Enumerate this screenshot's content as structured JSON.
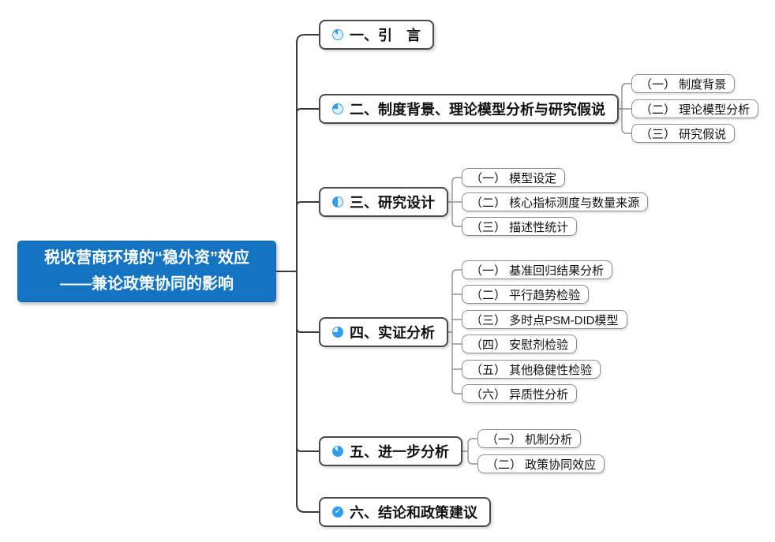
{
  "root": {
    "title_line1": "税收营商环境的“稳外资”效应",
    "title_line2": "——兼论政策协同的影响"
  },
  "branches": [
    {
      "label": "一、引　言",
      "icon": "progress-1-8-icon",
      "children": []
    },
    {
      "label": "二、制度背景、理论模型分析与研究假说",
      "icon": "progress-1-4-icon",
      "children": [
        {
          "label": "（一） 制度背景"
        },
        {
          "label": "（二） 理论模型分析"
        },
        {
          "label": "（三） 研究假说"
        }
      ]
    },
    {
      "label": "三、研究设计",
      "icon": "progress-1-2-icon",
      "children": [
        {
          "label": "（一） 模型设定"
        },
        {
          "label": "（二） 核心指标测度与数量来源"
        },
        {
          "label": "（三） 描述性统计"
        }
      ]
    },
    {
      "label": "四、实证分析",
      "icon": "progress-3-4-icon",
      "children": [
        {
          "label": "（一） 基准回归结果分析"
        },
        {
          "label": "（二） 平行趋势检验"
        },
        {
          "label": "（三） 多时点PSM-DID模型"
        },
        {
          "label": "（四） 安慰剂检验"
        },
        {
          "label": "（五） 其他稳健性检验"
        },
        {
          "label": "（六） 异质性分析"
        }
      ]
    },
    {
      "label": "五、进一步分析",
      "icon": "progress-7-8-icon",
      "children": [
        {
          "label": "（一） 机制分析"
        },
        {
          "label": "（二） 政策协同效应"
        }
      ]
    },
    {
      "label": "六、结论和政策建议",
      "icon": "progress-done-icon",
      "children": []
    }
  ],
  "colors": {
    "root_background": "#1474c2",
    "root_text": "#ffffff",
    "icon_blue": "#2f9df0",
    "icon_light": "#ddeefd",
    "main_connector": "#3a3a3a",
    "sub_connector": "#929292",
    "main_border": "#4a4a4a",
    "sub_border": "#8f8f8f"
  }
}
